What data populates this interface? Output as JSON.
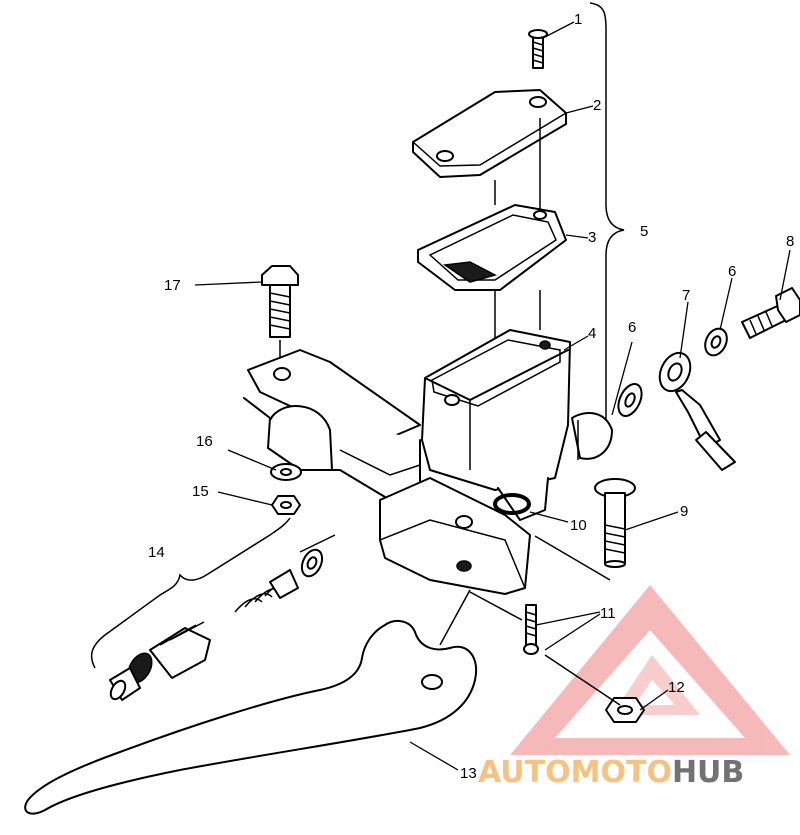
{
  "diagram": {
    "callouts": {
      "c1": "1",
      "c2": "2",
      "c3": "3",
      "c4": "4",
      "c5": "5",
      "c6a": "6",
      "c6b": "6",
      "c7": "7",
      "c8": "8",
      "c9": "9",
      "c10": "10",
      "c11": "11",
      "c12": "12",
      "c13": "13",
      "c14": "14",
      "c15": "15",
      "c16": "16",
      "c17": "17"
    }
  },
  "watermark": {
    "auto": "AUTO",
    "moto": "MOTO",
    "hub": "HUB",
    "colors": {
      "triangle": "#f08080",
      "auto": "#f5b86e",
      "moto": "#f5b86e",
      "hub": "#5a5a5a"
    }
  }
}
